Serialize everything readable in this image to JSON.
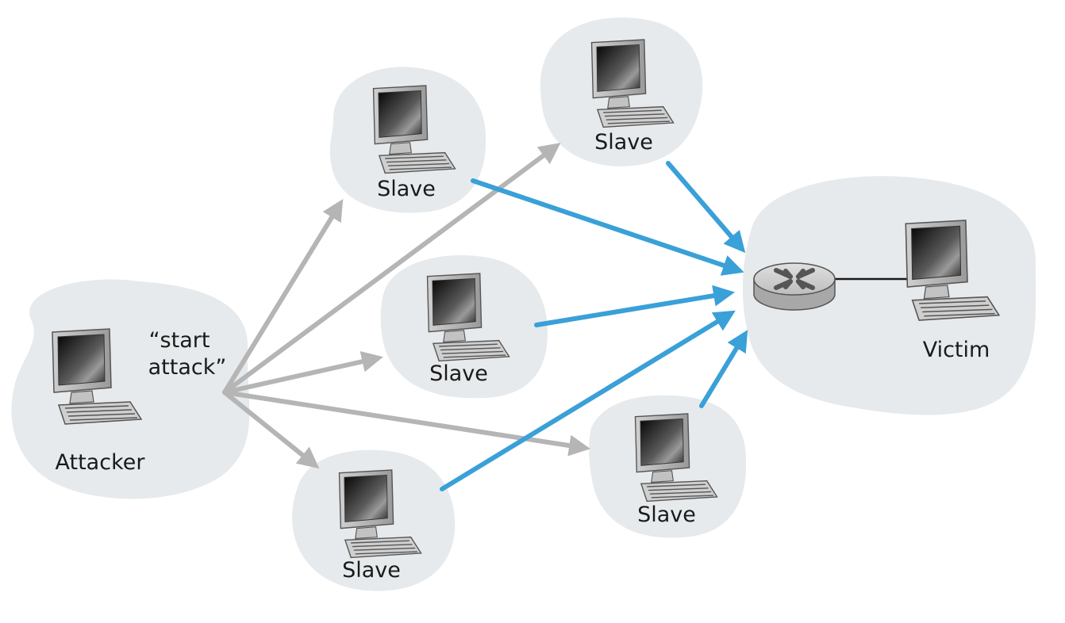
{
  "labels": {
    "attacker": "Attacker",
    "command_line1": "“start",
    "command_line2": "attack”",
    "slave_top_left": "Slave",
    "slave_top_right": "Slave",
    "slave_middle": "Slave",
    "slave_bottom_left": "Slave",
    "slave_bottom_right": "Slave",
    "victim": "Victim"
  },
  "colors": {
    "cloud": "#e6eaec",
    "command_arrow": "#b5b5b5",
    "attack_arrow": "#3aa0d8",
    "link": "#1a1a1a"
  },
  "icons": {
    "host": "desktop-computer-icon",
    "router": "router-icon"
  }
}
